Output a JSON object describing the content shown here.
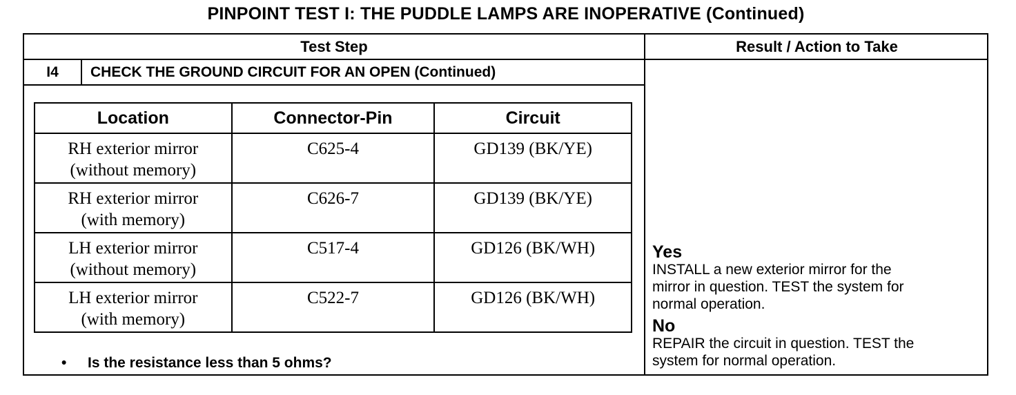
{
  "page": {
    "title": "PINPOINT TEST  I: THE PUDDLE LAMPS ARE INOPERATIVE (Continued)"
  },
  "table": {
    "header_left": "Test Step",
    "header_right": "Result / Action to Take",
    "step_id": "I4",
    "step_title": "CHECK THE GROUND CIRCUIT FOR AN OPEN (Continued)",
    "columns": [
      "Location",
      "Connector-Pin",
      "Circuit"
    ],
    "rows": [
      {
        "location": [
          "RH exterior mirror",
          "(without memory)"
        ],
        "connector_pin": "C625-4",
        "circuit": "GD139 (BK/YE)"
      },
      {
        "location": [
          "RH exterior mirror",
          "(with memory)"
        ],
        "connector_pin": "C626-7",
        "circuit": "GD139 (BK/YE)"
      },
      {
        "location": [
          "LH exterior mirror",
          "(without memory)"
        ],
        "connector_pin": "C517-4",
        "circuit": "GD126 (BK/WH)"
      },
      {
        "location": [
          "LH exterior mirror",
          "(with memory)"
        ],
        "connector_pin": "C522-7",
        "circuit": "GD126 (BK/WH)"
      }
    ],
    "bullet": "•",
    "question": "Is the resistance less than 5 ohms?"
  },
  "results": {
    "yes_label": "Yes",
    "yes_lines": [
      "INSTALL a new exterior mirror for the",
      "mirror in question. TEST the system for",
      "normal operation."
    ],
    "no_label": "No",
    "no_lines": [
      "REPAIR the circuit in question. TEST the",
      "system for normal operation."
    ]
  }
}
